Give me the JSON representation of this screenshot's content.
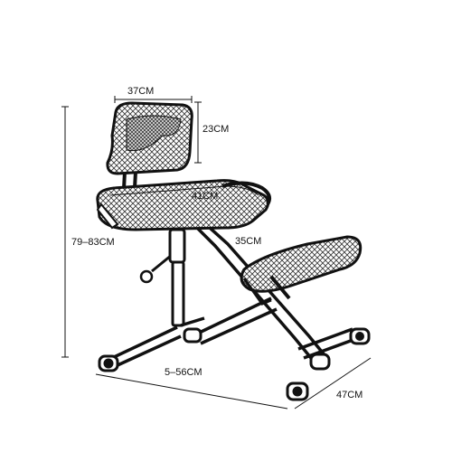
{
  "dimensions": {
    "backrest_width": "37CM",
    "backrest_height": "23CM",
    "seat_width": "41CM",
    "total_height": "79–83CM",
    "seat_to_knee": "35CM",
    "base_length": "5–56CM",
    "base_width": "47CM"
  },
  "colors": {
    "line": "#111111",
    "mesh": "#2a2a2a",
    "background": "#ffffff"
  }
}
